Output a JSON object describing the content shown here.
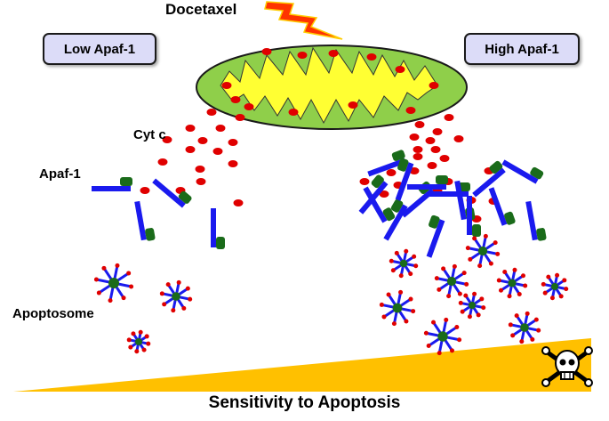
{
  "drug_label": "Docetaxel",
  "left_condition": "Low Apaf-1",
  "right_condition": "High Apaf-1",
  "cytc_label": "Cyt c",
  "apaf_label": "Apaf-1",
  "apoptosome_label": "Apoptosome",
  "axis_label": "Sensitivity to Apoptosis",
  "colors": {
    "mito_outer": "#8fcf4a",
    "mito_inner": "#ffff33",
    "cytc": "#e00000",
    "apaf_bar": "#1a1aee",
    "apaf_head": "#1a6b1a",
    "gradient": "#ffc000",
    "bolt": "#ff3300",
    "box_fill": "#dcdcf8"
  },
  "icons": [
    "lightning-bolt-icon",
    "skull-crossbones-icon"
  ]
}
